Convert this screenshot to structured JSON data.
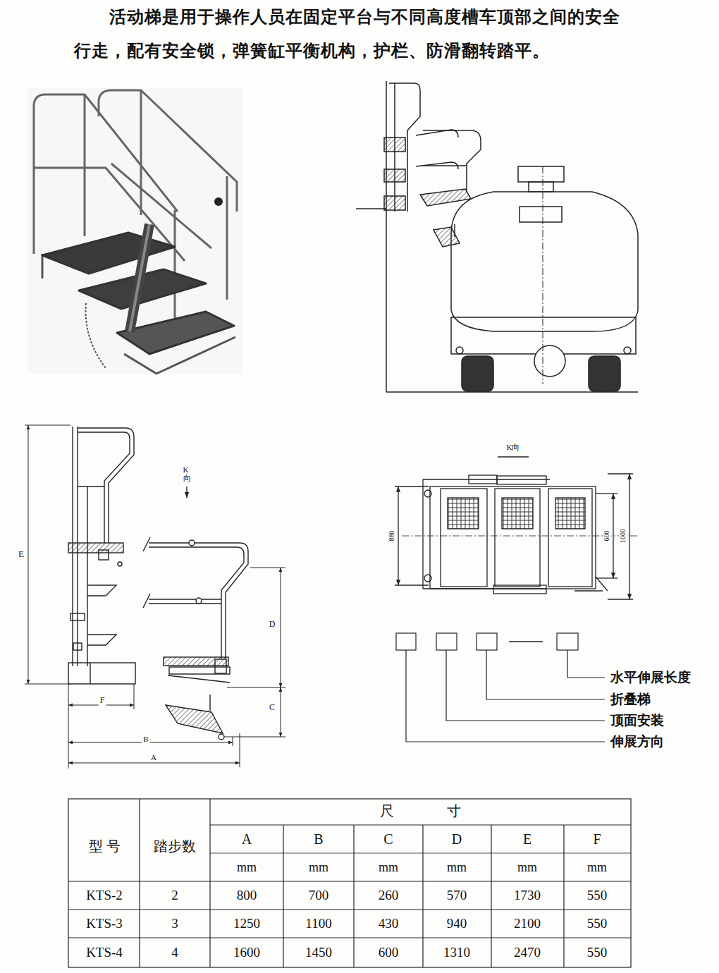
{
  "diagram": {
    "title": "活动梯是用于操作人员在固定平台与不同高度槽车顶部之间的安全行走，配有安全锁，弹簧缸平衡机构，护栏、防滑翻转踏平。",
    "labels": [
      "E",
      "K向",
      "K向",
      "880",
      "600",
      "1000",
      "D",
      "F",
      "C",
      "水平伸展长度",
      "折叠梯",
      "顶面安装",
      "伸展方向",
      "B",
      "A",
      "型 号",
      "踏步数",
      "尺 寸",
      "A",
      "B",
      "C",
      "D",
      "E",
      "F",
      "mm",
      "mm",
      "mm",
      "mm",
      "mm",
      "mm",
      "KTS-2",
      "2",
      "800",
      "700",
      "260",
      "570",
      "1730",
      "550",
      "KTS-3",
      "3",
      "1250",
      "1100",
      "430",
      "940",
      "2100",
      "550",
      "KTS-4",
      "4",
      "1600",
      "1450",
      "600",
      "1310",
      "2470",
      "550"
    ]
  }
}
